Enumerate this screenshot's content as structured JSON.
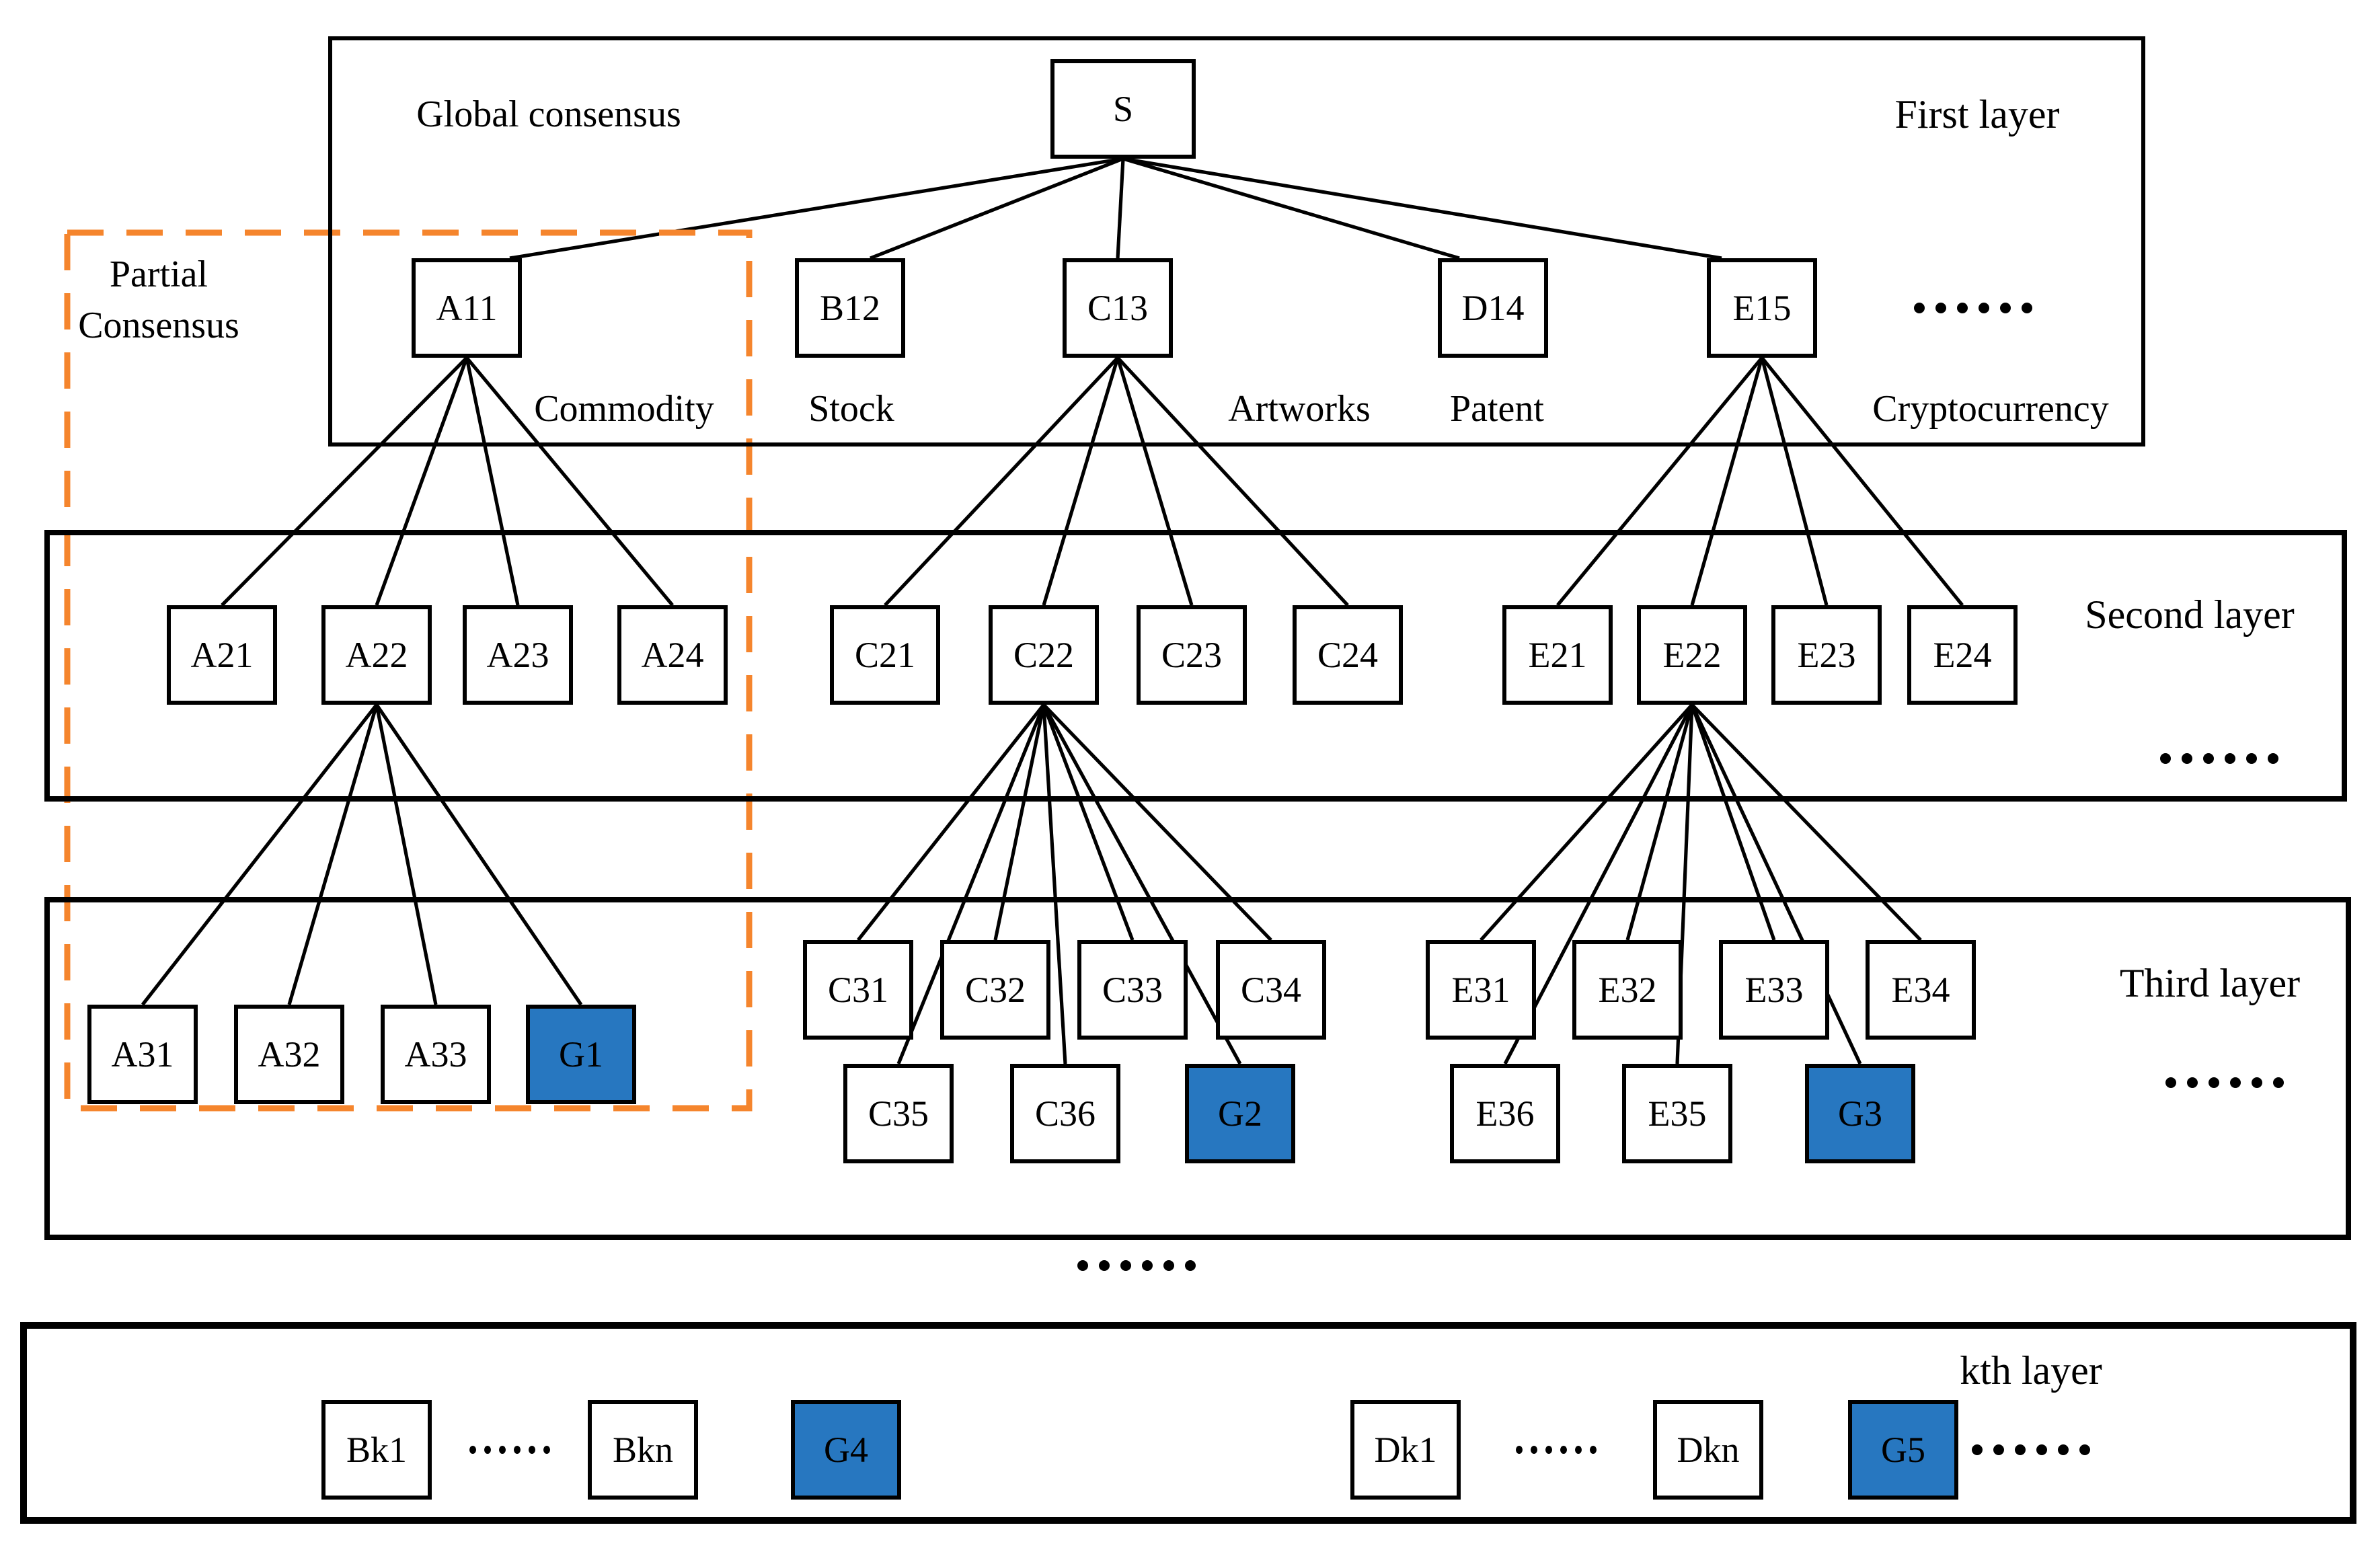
{
  "diagram": {
    "title_hint": "Layered consensus tree",
    "colors": {
      "background": "#ffffff",
      "node_fill": "#ffffff",
      "node_border": "#000000",
      "highlight_fill": "#2777C0",
      "edge_line": "#000000",
      "partial_box_dash": "#F5852D",
      "text": "#000000"
    },
    "annotations": {
      "global_consensus": "Global consensus",
      "partial_consensus_line1": "Partial",
      "partial_consensus_line2": "Consensus"
    },
    "layers": [
      {
        "id": "first",
        "label": "First layer"
      },
      {
        "id": "second",
        "label": "Second layer"
      },
      {
        "id": "third",
        "label": "Third layer"
      },
      {
        "id": "kth",
        "label": "kth layer"
      }
    ],
    "categories": [
      {
        "id": "commodity",
        "label": "Commodity"
      },
      {
        "id": "stock",
        "label": "Stock"
      },
      {
        "id": "artworks",
        "label": "Artworks"
      },
      {
        "id": "patent",
        "label": "Patent"
      },
      {
        "id": "cryptocurrency",
        "label": "Cryptocurrency"
      }
    ],
    "nodes": [
      {
        "id": "S",
        "label": "S",
        "highlighted": false
      },
      {
        "id": "A11",
        "label": "A11",
        "highlighted": false
      },
      {
        "id": "B12",
        "label": "B12",
        "highlighted": false
      },
      {
        "id": "C13",
        "label": "C13",
        "highlighted": false
      },
      {
        "id": "D14",
        "label": "D14",
        "highlighted": false
      },
      {
        "id": "E15",
        "label": "E15",
        "highlighted": false
      },
      {
        "id": "A21",
        "label": "A21",
        "highlighted": false
      },
      {
        "id": "A22",
        "label": "A22",
        "highlighted": false
      },
      {
        "id": "A23",
        "label": "A23",
        "highlighted": false
      },
      {
        "id": "A24",
        "label": "A24",
        "highlighted": false
      },
      {
        "id": "C21",
        "label": "C21",
        "highlighted": false
      },
      {
        "id": "C22",
        "label": "C22",
        "highlighted": false
      },
      {
        "id": "C23",
        "label": "C23",
        "highlighted": false
      },
      {
        "id": "C24",
        "label": "C24",
        "highlighted": false
      },
      {
        "id": "E21",
        "label": "E21",
        "highlighted": false
      },
      {
        "id": "E22",
        "label": "E22",
        "highlighted": false
      },
      {
        "id": "E23",
        "label": "E23",
        "highlighted": false
      },
      {
        "id": "E24",
        "label": "E24",
        "highlighted": false
      },
      {
        "id": "A31",
        "label": "A31",
        "highlighted": false
      },
      {
        "id": "A32",
        "label": "A32",
        "highlighted": false
      },
      {
        "id": "A33",
        "label": "A33",
        "highlighted": false
      },
      {
        "id": "G1",
        "label": "G1",
        "highlighted": true
      },
      {
        "id": "C31",
        "label": "C31",
        "highlighted": false
      },
      {
        "id": "C32",
        "label": "C32",
        "highlighted": false
      },
      {
        "id": "C33",
        "label": "C33",
        "highlighted": false
      },
      {
        "id": "C34",
        "label": "C34",
        "highlighted": false
      },
      {
        "id": "C35",
        "label": "C35",
        "highlighted": false
      },
      {
        "id": "C36",
        "label": "C36",
        "highlighted": false
      },
      {
        "id": "G2",
        "label": "G2",
        "highlighted": true
      },
      {
        "id": "E31",
        "label": "E31",
        "highlighted": false
      },
      {
        "id": "E32",
        "label": "E32",
        "highlighted": false
      },
      {
        "id": "E33",
        "label": "E33",
        "highlighted": false
      },
      {
        "id": "E34",
        "label": "E34",
        "highlighted": false
      },
      {
        "id": "E36",
        "label": "E36",
        "highlighted": false
      },
      {
        "id": "E35",
        "label": "E35",
        "highlighted": false
      },
      {
        "id": "G3",
        "label": "G3",
        "highlighted": true
      },
      {
        "id": "Bk1",
        "label": "Bk1",
        "highlighted": false
      },
      {
        "id": "Bkn",
        "label": "Bkn",
        "highlighted": false
      },
      {
        "id": "G4",
        "label": "G4",
        "highlighted": true
      },
      {
        "id": "Dk1",
        "label": "Dk1",
        "highlighted": false
      },
      {
        "id": "Dkn",
        "label": "Dkn",
        "highlighted": false
      },
      {
        "id": "G5",
        "label": "G5",
        "highlighted": true
      }
    ],
    "edges": [
      {
        "from": "S",
        "to": "A11"
      },
      {
        "from": "S",
        "to": "B12"
      },
      {
        "from": "S",
        "to": "C13"
      },
      {
        "from": "S",
        "to": "D14"
      },
      {
        "from": "S",
        "to": "E15"
      },
      {
        "from": "A11",
        "to": "A21"
      },
      {
        "from": "A11",
        "to": "A22"
      },
      {
        "from": "A11",
        "to": "A23"
      },
      {
        "from": "A11",
        "to": "A24"
      },
      {
        "from": "C13",
        "to": "C21"
      },
      {
        "from": "C13",
        "to": "C22"
      },
      {
        "from": "C13",
        "to": "C23"
      },
      {
        "from": "C13",
        "to": "C24"
      },
      {
        "from": "E15",
        "to": "E21"
      },
      {
        "from": "E15",
        "to": "E22"
      },
      {
        "from": "E15",
        "to": "E23"
      },
      {
        "from": "E15",
        "to": "E24"
      },
      {
        "from": "A22",
        "to": "A31"
      },
      {
        "from": "A22",
        "to": "A32"
      },
      {
        "from": "A22",
        "to": "A33"
      },
      {
        "from": "A22",
        "to": "G1"
      },
      {
        "from": "C22",
        "to": "C31"
      },
      {
        "from": "C22",
        "to": "C32"
      },
      {
        "from": "C22",
        "to": "C33"
      },
      {
        "from": "C22",
        "to": "C34"
      },
      {
        "from": "C22",
        "to": "C35"
      },
      {
        "from": "C22",
        "to": "C36"
      },
      {
        "from": "C22",
        "to": "G2"
      },
      {
        "from": "E22",
        "to": "E31"
      },
      {
        "from": "E22",
        "to": "E32"
      },
      {
        "from": "E22",
        "to": "E33"
      },
      {
        "from": "E22",
        "to": "E34"
      },
      {
        "from": "E22",
        "to": "E36"
      },
      {
        "from": "E22",
        "to": "E35"
      },
      {
        "from": "E22",
        "to": "G3"
      }
    ],
    "ellipses": [
      {
        "id": "first_more",
        "glyph": "......"
      },
      {
        "id": "second_more",
        "glyph": "......"
      },
      {
        "id": "third_more",
        "glyph": "......"
      },
      {
        "id": "between_more",
        "glyph": "......"
      },
      {
        "id": "bk_more",
        "glyph": "......"
      },
      {
        "id": "dk_more",
        "glyph": "......"
      },
      {
        "id": "kth_more",
        "glyph": "......"
      }
    ]
  }
}
